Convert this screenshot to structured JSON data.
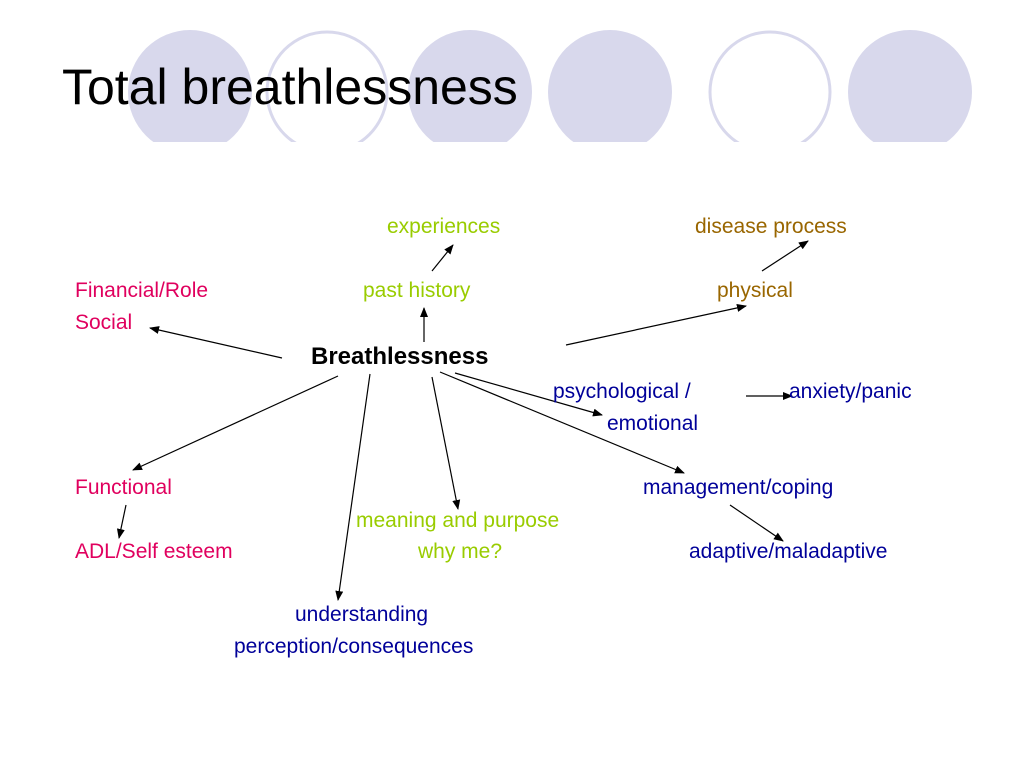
{
  "title": "Total breathlessness",
  "colors": {
    "green": "#99cc00",
    "brown": "#996600",
    "pink": "#e0005e",
    "blue": "#000099",
    "black": "#000000",
    "circle_fill": "#d8d8ec",
    "circle_stroke": "#d8d8ec"
  },
  "nodes": {
    "center": "Breathlessness",
    "experiences": "experiences",
    "disease_process": "disease process",
    "financial_role": "Financial/Role",
    "social": "Social",
    "past_history": "past history",
    "physical": "physical",
    "psychological": "psychological /",
    "anxiety_panic": "anxiety/panic",
    "emotional": "emotional",
    "functional": "Functional",
    "management_coping": "management/coping",
    "meaning_purpose": "meaning and purpose",
    "adl_self_esteem": "ADL/Self esteem",
    "why_me": "why me?",
    "adaptive_maladaptive": "adaptive/maladaptive",
    "understanding": "understanding",
    "perception_consequences": "perception/consequences"
  }
}
